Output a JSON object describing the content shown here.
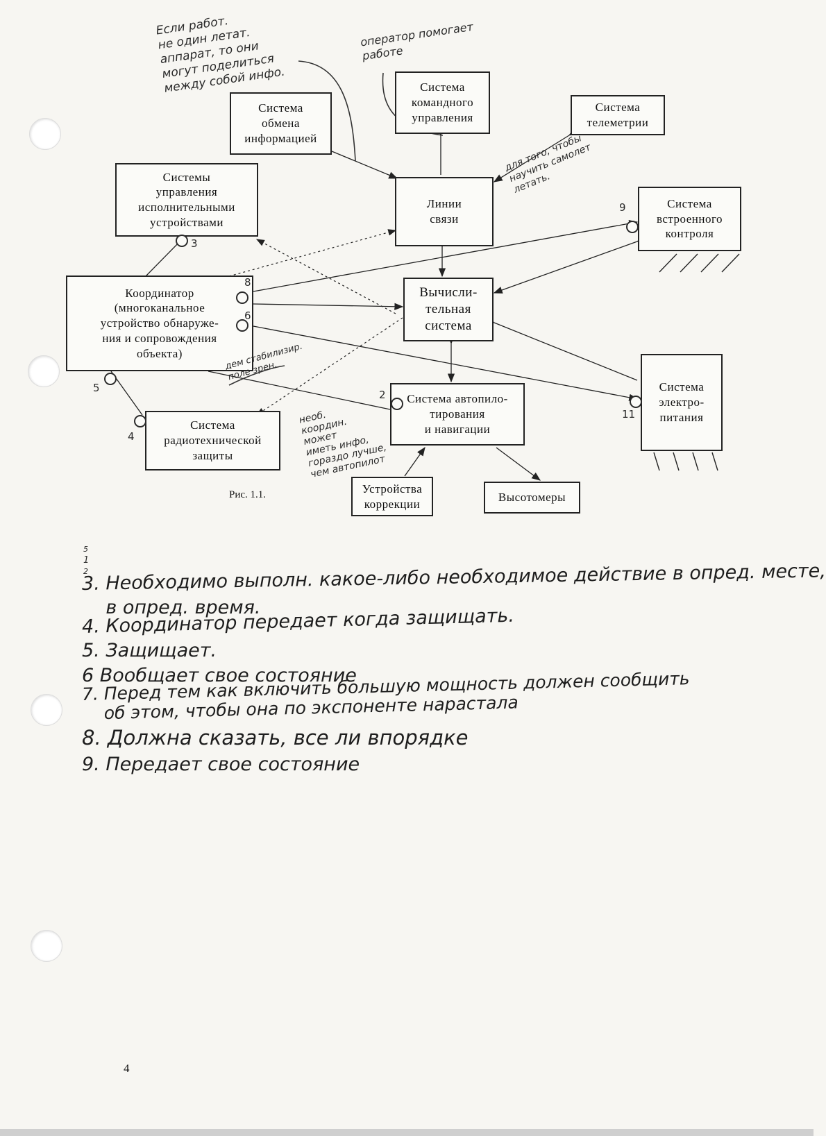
{
  "diagram": {
    "nodes": {
      "info_exchange": "Система\nобмена\nинформацией",
      "command_control": "Система\nкомандного\nуправления",
      "telemetry": "Система\nтелеметрии",
      "actuators": "Системы\nуправления\nисполнительными\nустройствами",
      "comm_lines": "Линии\nсвязи",
      "builtin_control": "Система\nвстроенного\nконтроля",
      "coordinator": "Координатор\n(многоканальное\nустройство обнаруже-\nния и сопровождения\nобъекта)",
      "computing": "Вычисли-\nтельная\nсистема",
      "autopilot": "Система автопило-\nтирования\nи навигации",
      "power": "Система\nэлектро-\nпитания",
      "radio_protection": "Система\nрадиотехнической\nзащиты",
      "correction": "Устройства\nкоррекции",
      "altimeters": "Высотомеры"
    },
    "caption": "Рис. 1.1.",
    "markers": [
      "3",
      "8",
      "6",
      "5",
      "4",
      "2",
      "9",
      "11"
    ]
  },
  "handwritten": {
    "top_left": "Если работ.\nне один летат.\nаппарат, то они\nмогут поделиться\nмежду собой инфо.",
    "top_center": "оператор помогает\nработе",
    "telemetry_note": "для того, чтобы\nнаучить самолет\nлетать.",
    "coord_note": "дем стабилизир.\nполе зрен.",
    "autopilot_note": "необ.\nкоордин.\nможет\nиметь инфо,\nгораздо лучше,\nчем автопилот",
    "small_numbers": [
      "5",
      "1",
      "2"
    ]
  },
  "notes": [
    "3. Необходимо выполн. какое-либо необходимое действие в опред. месте,",
    "    в опред. время.",
    "4. Координатор передает когда защищать.",
    "5. Защищает.",
    "6 Вообщает свое состояние",
    "7. Перед тем как включить большую мощность должен сообщить",
    "    об этом, чтобы она по экспоненте нарастала",
    "8. Должна сказать, все ли впорядке",
    "9. Передает свое состояние"
  ],
  "page_number": "4"
}
